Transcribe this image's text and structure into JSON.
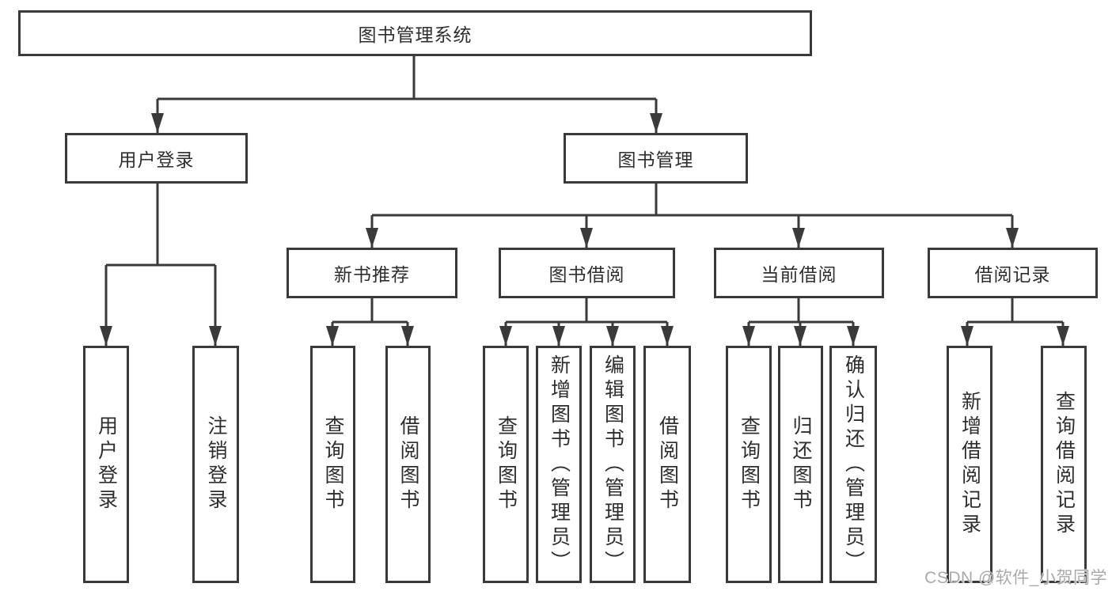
{
  "tree": {
    "label": "图书管理系统",
    "children": [
      {
        "label": "用户登录",
        "children": [
          {
            "label": "用户登录"
          },
          {
            "label": "注销登录"
          }
        ]
      },
      {
        "label": "图书管理",
        "children": [
          {
            "label": "新书推荐",
            "children": [
              {
                "label": "查询图书"
              },
              {
                "label": "借阅图书"
              }
            ]
          },
          {
            "label": "图书借阅",
            "children": [
              {
                "label": "查询图书"
              },
              {
                "label": "新增图书（管理员）"
              },
              {
                "label": "编辑图书（管理员）"
              },
              {
                "label": "借阅图书"
              }
            ]
          },
          {
            "label": "当前借阅",
            "children": [
              {
                "label": "查询图书"
              },
              {
                "label": "归还图书"
              },
              {
                "label": "确认归还（管理员）"
              }
            ]
          },
          {
            "label": "借阅记录",
            "children": [
              {
                "label": "新增借阅记录"
              },
              {
                "label": "查询借阅记录"
              }
            ]
          }
        ]
      }
    ]
  },
  "watermark": "CSDN @软件_小贺同学",
  "colors": {
    "line": "#3a3a3a",
    "text": "#2e2e2e",
    "watermark": "#aaaaaa",
    "background": "#ffffff"
  }
}
